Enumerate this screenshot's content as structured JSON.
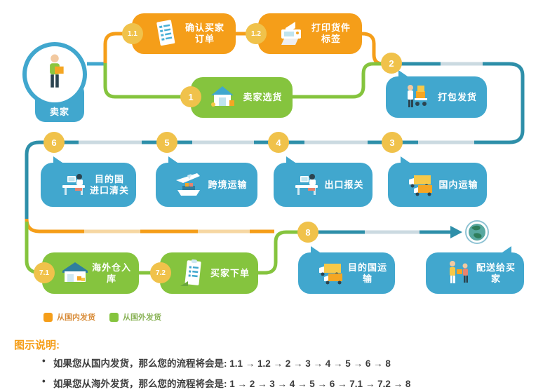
{
  "seller": {
    "label": "卖家",
    "icon": "seller-person"
  },
  "nodes": [
    {
      "marker": "1.1",
      "label": "确认买家订单",
      "icon": "order-document",
      "color": "orange"
    },
    {
      "marker": "1.2",
      "label": "打印货件标签",
      "icon": "printer",
      "color": "orange"
    },
    {
      "marker": "1",
      "label": "卖家选货",
      "icon": "pick-house",
      "color": "green"
    },
    {
      "marker": "2",
      "label": "打包发货",
      "icon": "pack-cart",
      "color": "blue"
    },
    {
      "marker": "3",
      "label": "国内运输",
      "icon": "trucks",
      "color": "blue"
    },
    {
      "marker": "4",
      "label": "出口报关",
      "icon": "customs-desk",
      "color": "blue"
    },
    {
      "marker": "5",
      "label": "跨境运输",
      "icon": "plane-ship",
      "color": "blue"
    },
    {
      "marker": "6",
      "label": "目的国\n进口清关",
      "icon": "customs-desk",
      "color": "blue"
    },
    {
      "marker": "7.1",
      "label": "海外仓入库",
      "icon": "warehouse",
      "color": "green"
    },
    {
      "marker": "7.2",
      "label": "买家下单",
      "icon": "clipboard",
      "color": "green"
    },
    {
      "marker": "",
      "label": "目的国运输",
      "icon": "trucks",
      "color": "blue"
    },
    {
      "marker": "",
      "label": "配送给买家",
      "icon": "handoff",
      "color": "blue"
    }
  ],
  "path_marker_8": {
    "label": "8"
  },
  "globe": {
    "icon": "globe"
  },
  "legend": {
    "items": [
      {
        "label": "从国内发货",
        "color": "#F59E19"
      },
      {
        "label": "从国外发货",
        "color": "#85C43E"
      }
    ]
  },
  "caption": {
    "title": "图示说明:",
    "bullets": [
      "如果您从国内发货，那么您的流程将会是: 1.1 → 1.2 → 2 → 3 → 4 → 5 → 6 → 8",
      "如果您从海外发货，那么您的流程将会是: 1 → 2 → 3 → 4 → 5 → 6 → 7.1 → 7.2 → 8"
    ]
  },
  "colors": {
    "orange": "#F59E19",
    "green": "#85C43E",
    "blue": "#41A7CE",
    "teal_line": "#2E8FA9",
    "gold_marker": "#F0C24B",
    "light_dash": "#CBDAE1",
    "light_orange_dash": "#F6D7A3"
  }
}
